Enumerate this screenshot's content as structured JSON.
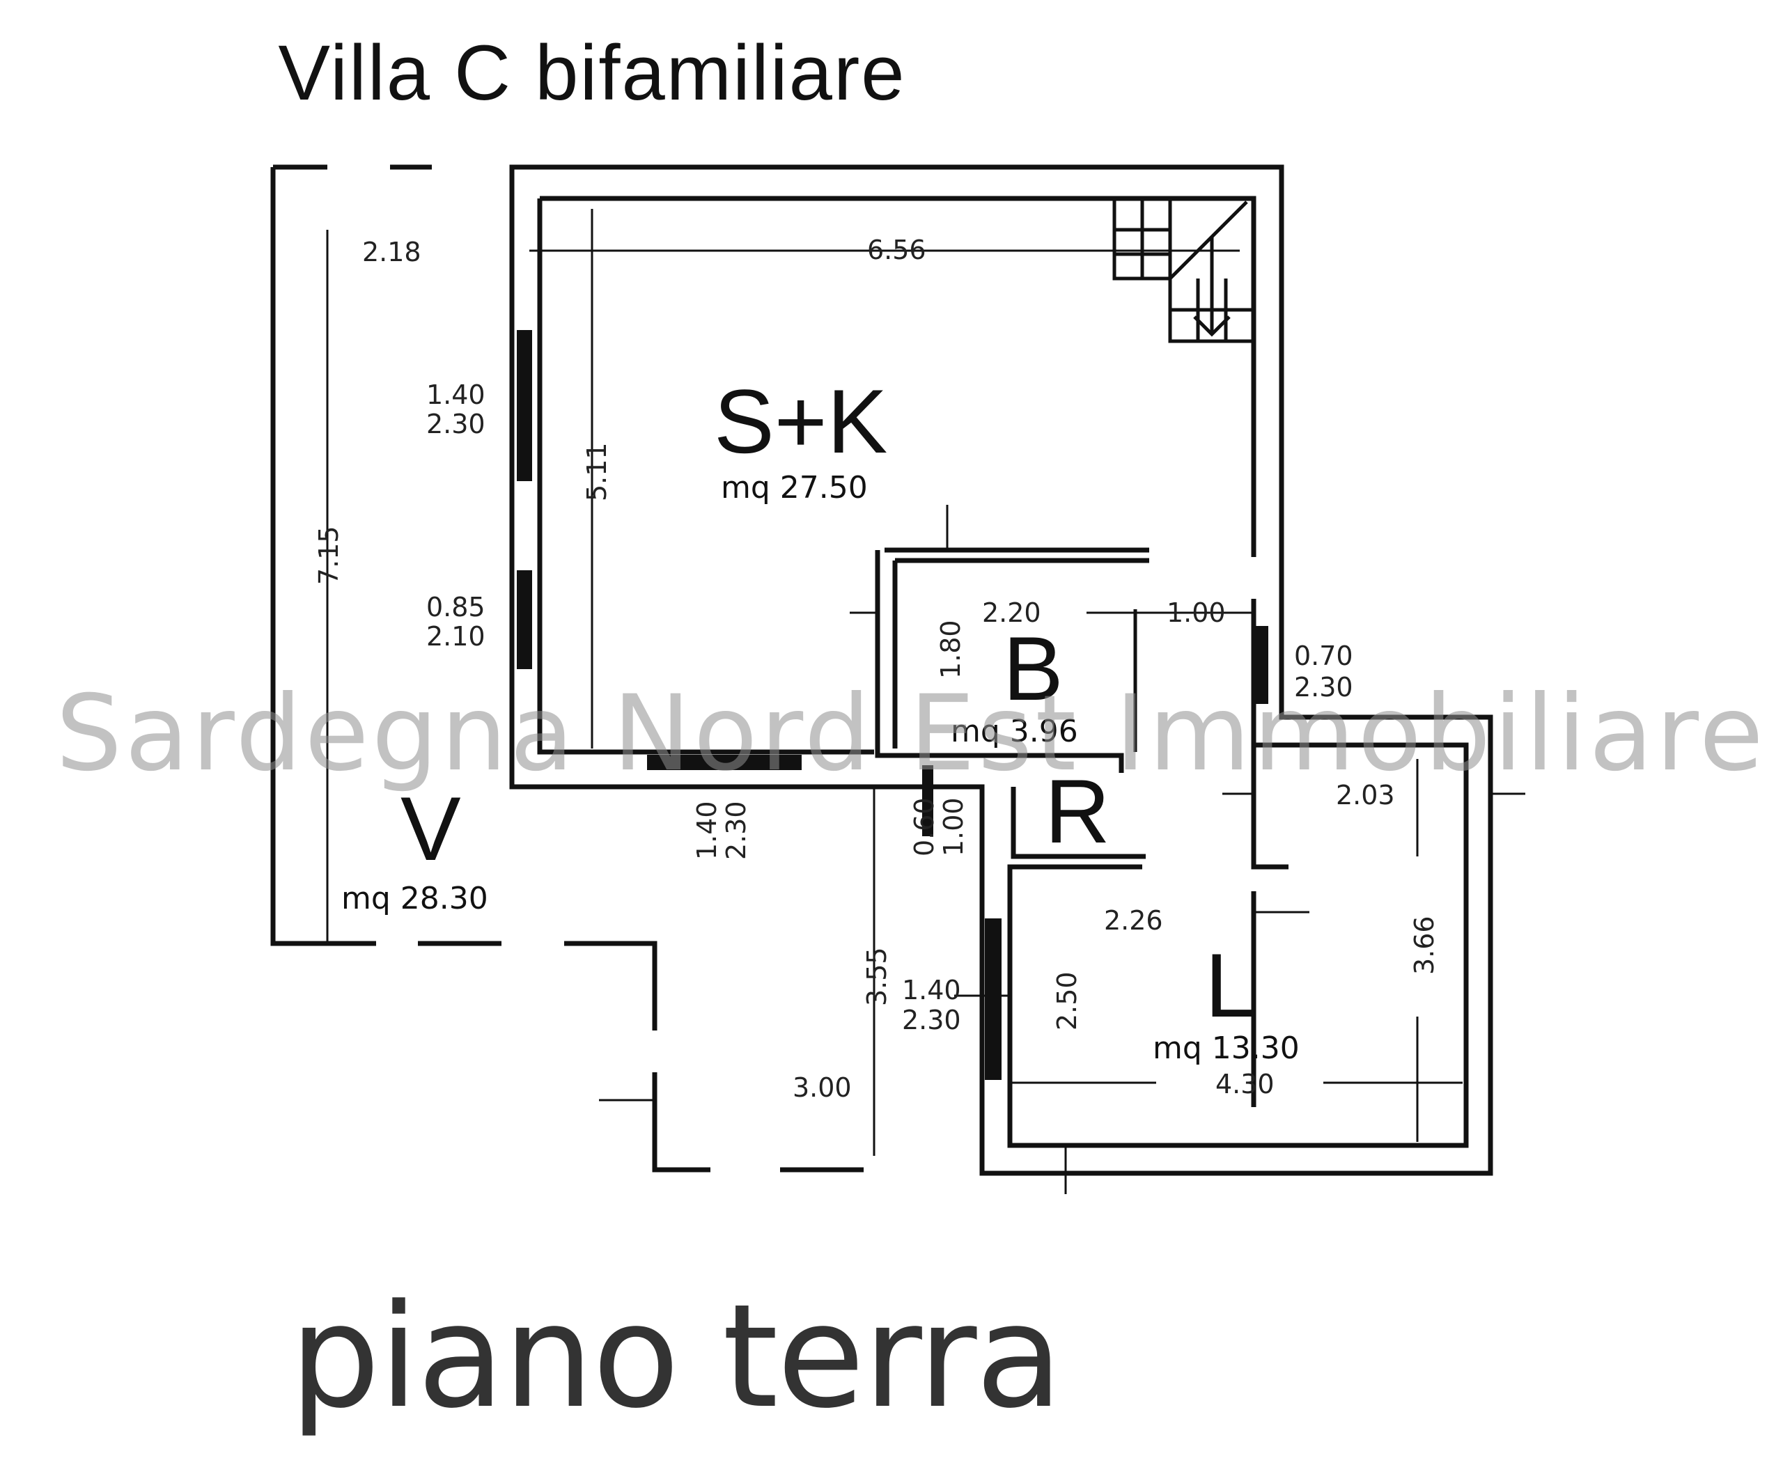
{
  "title": "Villa C bifamiliare",
  "floor_label": "piano terra",
  "watermark": "Sardegna Nord Est Immobiliare",
  "rooms": {
    "sk": {
      "code": "S+K",
      "area": "mq 27.50"
    },
    "b": {
      "code": "B",
      "area": "mq 3.96"
    },
    "r": {
      "code": "R"
    },
    "l": {
      "code": "L",
      "area": "mq 13.30"
    },
    "v": {
      "code": "V",
      "area": "mq 28.30"
    }
  },
  "dimensions": {
    "d_218": "2.18",
    "d_656": "6.56",
    "d_511": "5.11",
    "d_715": "7.15",
    "w1_top": "1.40",
    "w1_bot": "2.30",
    "w2_top": "0.85",
    "w2_bot": "2.10",
    "w3_top": "1.40",
    "w3_bot": "2.30",
    "d_220": "2.20",
    "d_180": "1.80",
    "d_100": "1.00",
    "w4_top": "0.70",
    "w4_bot": "2.30",
    "door_060": "0.60",
    "door_100": "1.00",
    "d_203": "2.03",
    "d_226": "2.26",
    "d_250": "2.50",
    "d_366": "3.66",
    "d_430": "4.30",
    "d_355": "3.55",
    "w5_top": "1.40",
    "w5_bot": "2.30",
    "d_300": "3.00"
  }
}
